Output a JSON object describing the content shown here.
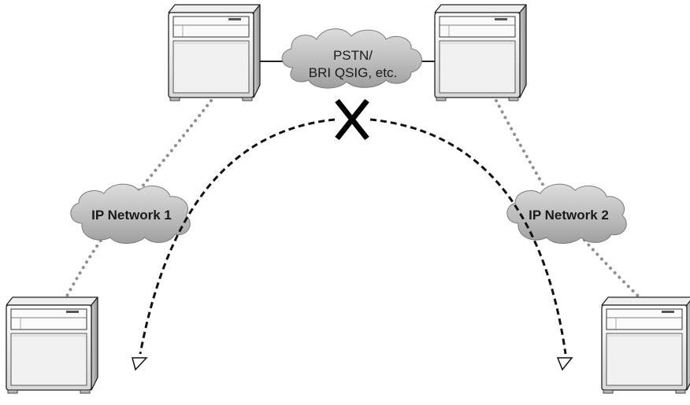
{
  "clouds": {
    "pstn": {
      "line1": "PSTN/",
      "line2": "BRI QSIG, etc."
    },
    "ip1": {
      "label": "IP Network 1"
    },
    "ip2": {
      "label": "IP Network 2"
    }
  }
}
